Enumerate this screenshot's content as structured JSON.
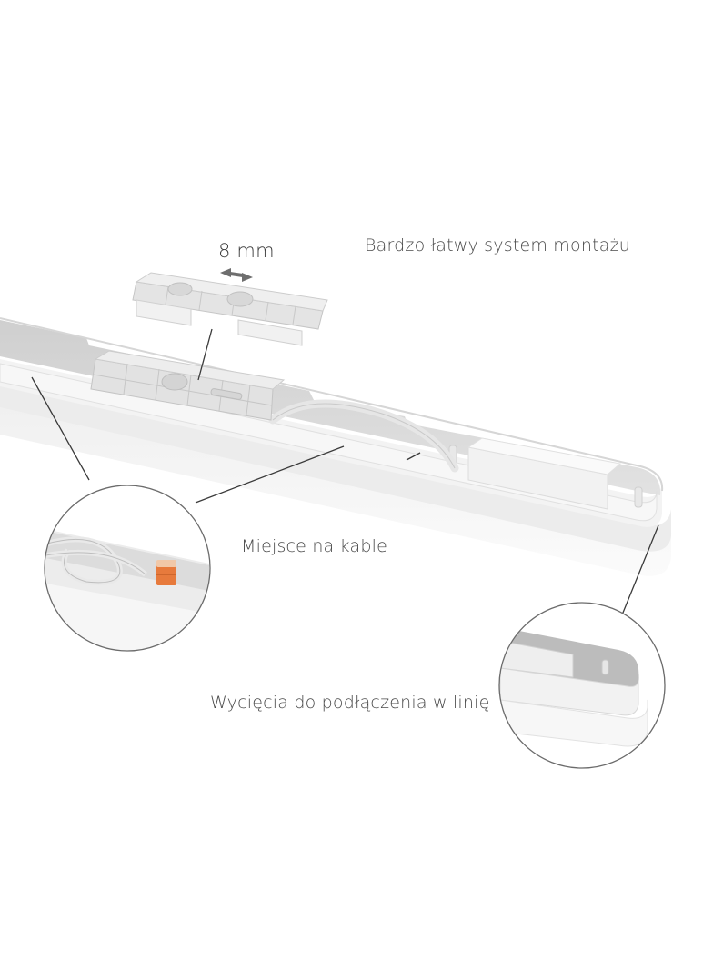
{
  "figure": {
    "subject": "LED batten light fixture with open housing",
    "background_color": "#ffffff",
    "text_color": "#4a4a4a",
    "leader_line_color": "#3a3a3a"
  },
  "callouts": {
    "mounting": {
      "label": "Bardzo łatwy system montażu"
    },
    "dimension": {
      "label": "8 mm",
      "icon": "double-arrow-icon"
    },
    "cable_space": {
      "label": "Miejsce na kable"
    },
    "inline_cutouts": {
      "label": "Wycięcia do podłączenia w linię"
    }
  },
  "detail_circles": [
    {
      "name": "cable-compartment-detail",
      "content": "coiled white cable with orange wire connectors"
    },
    {
      "name": "end-cap-detail",
      "content": "rounded end cap with cutout for inline connection"
    }
  ]
}
